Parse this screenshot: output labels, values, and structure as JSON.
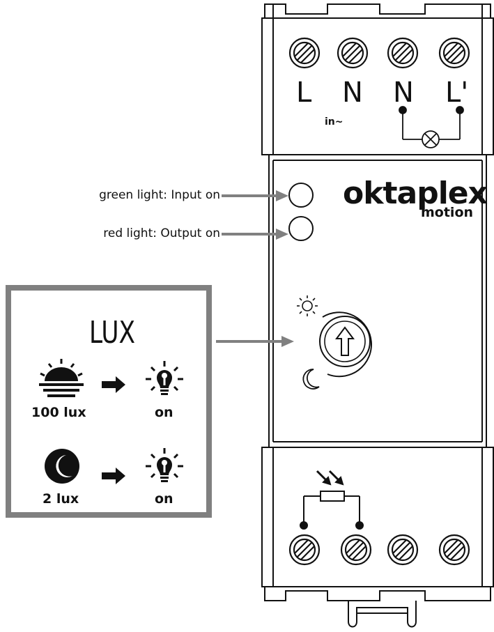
{
  "callouts": {
    "green_led": "green light: Input on",
    "red_led": "red light: Output on"
  },
  "top_terminals": [
    "L",
    "N",
    "N",
    "L'"
  ],
  "input_label": "in~",
  "brand": {
    "name": "oktaplex",
    "sub": "motion"
  },
  "lux_panel": {
    "title": "LUX",
    "rows": [
      {
        "icon": "sunset-icon",
        "value": "100 lux",
        "result_icon": "light-bulb-on-icon",
        "result": "on"
      },
      {
        "icon": "moon-icon",
        "value": "2 lux",
        "result_icon": "light-bulb-on-icon",
        "result": "on"
      }
    ]
  },
  "icons": [
    "sun-icon",
    "moon-icon",
    "lux-dial",
    "arrow-right-icon",
    "photo-sensor-icon",
    "lamp-symbol-icon",
    "screw-terminal-icon"
  ],
  "colors": {
    "arrow_gray": "#808080",
    "panel_border": "#808080",
    "line": "#111111"
  }
}
